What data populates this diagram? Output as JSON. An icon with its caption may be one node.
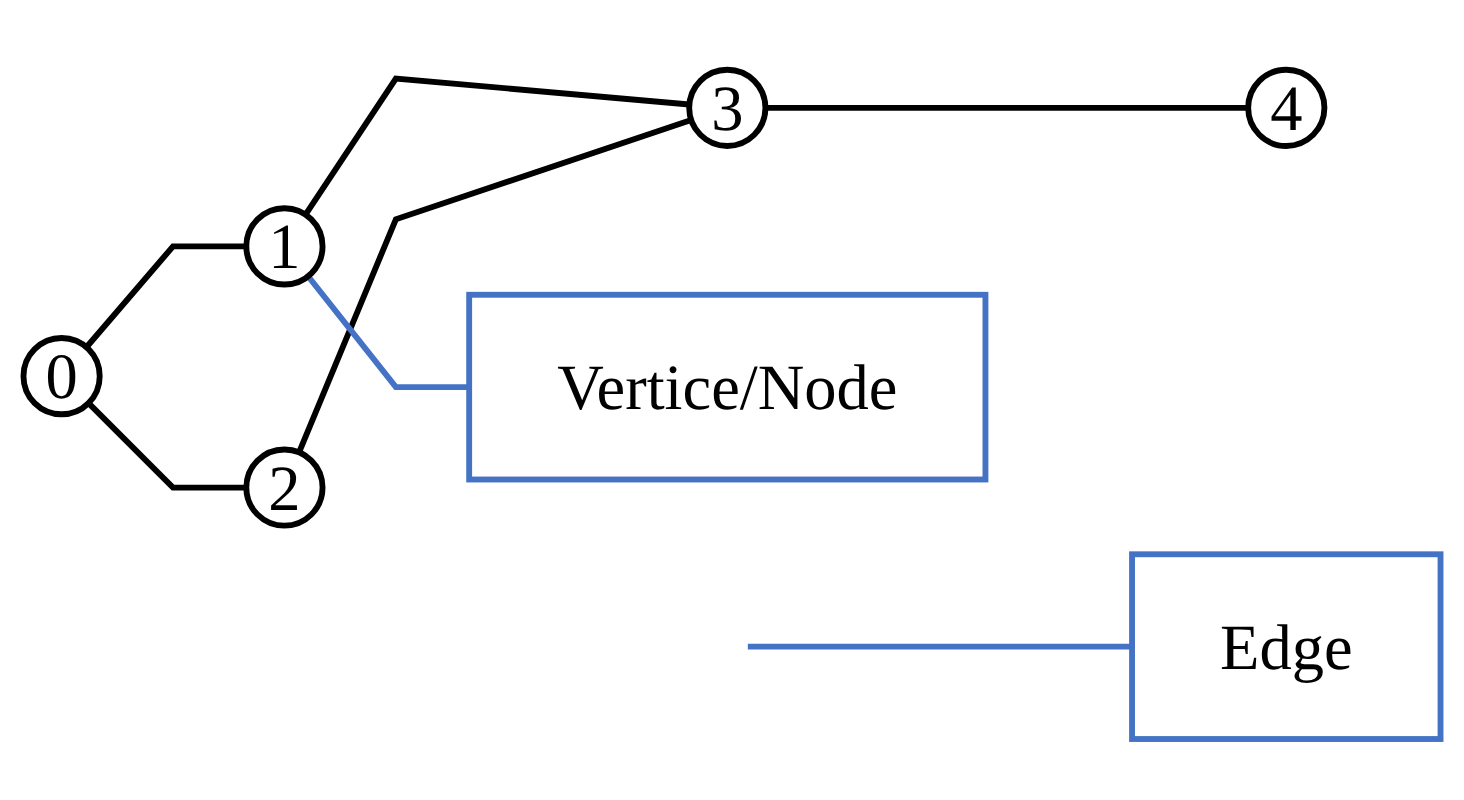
{
  "diagram": {
    "nodes": [
      {
        "text": [
          "0"
        ]
      },
      {
        "text": [
          "1"
        ]
      },
      {
        "text": [
          "2"
        ]
      },
      {
        "text": [
          "3"
        ]
      },
      {
        "text": [
          "4"
        ]
      },
      {
        "text": [
          "Vertice/Node"
        ]
      },
      {
        "text": [
          "Edge"
        ]
      }
    ],
    "edges": [
      {
        "from": 0,
        "to": 1,
        "arrow": "none"
      },
      {
        "from": 0,
        "to": 2,
        "arrow": "none"
      },
      {
        "from": 1,
        "to": 3,
        "arrow": "none"
      },
      {
        "from": 2,
        "to": 3,
        "arrow": "none"
      },
      {
        "from": 3,
        "to": 4,
        "arrow": "none"
      },
      {
        "from": 5,
        "to": 1,
        "arrow": "none",
        "color": "#4472c4"
      },
      {
        "from": 6,
        "to": null,
        "arrow": "none",
        "color": "#4472c4"
      }
    ]
  }
}
